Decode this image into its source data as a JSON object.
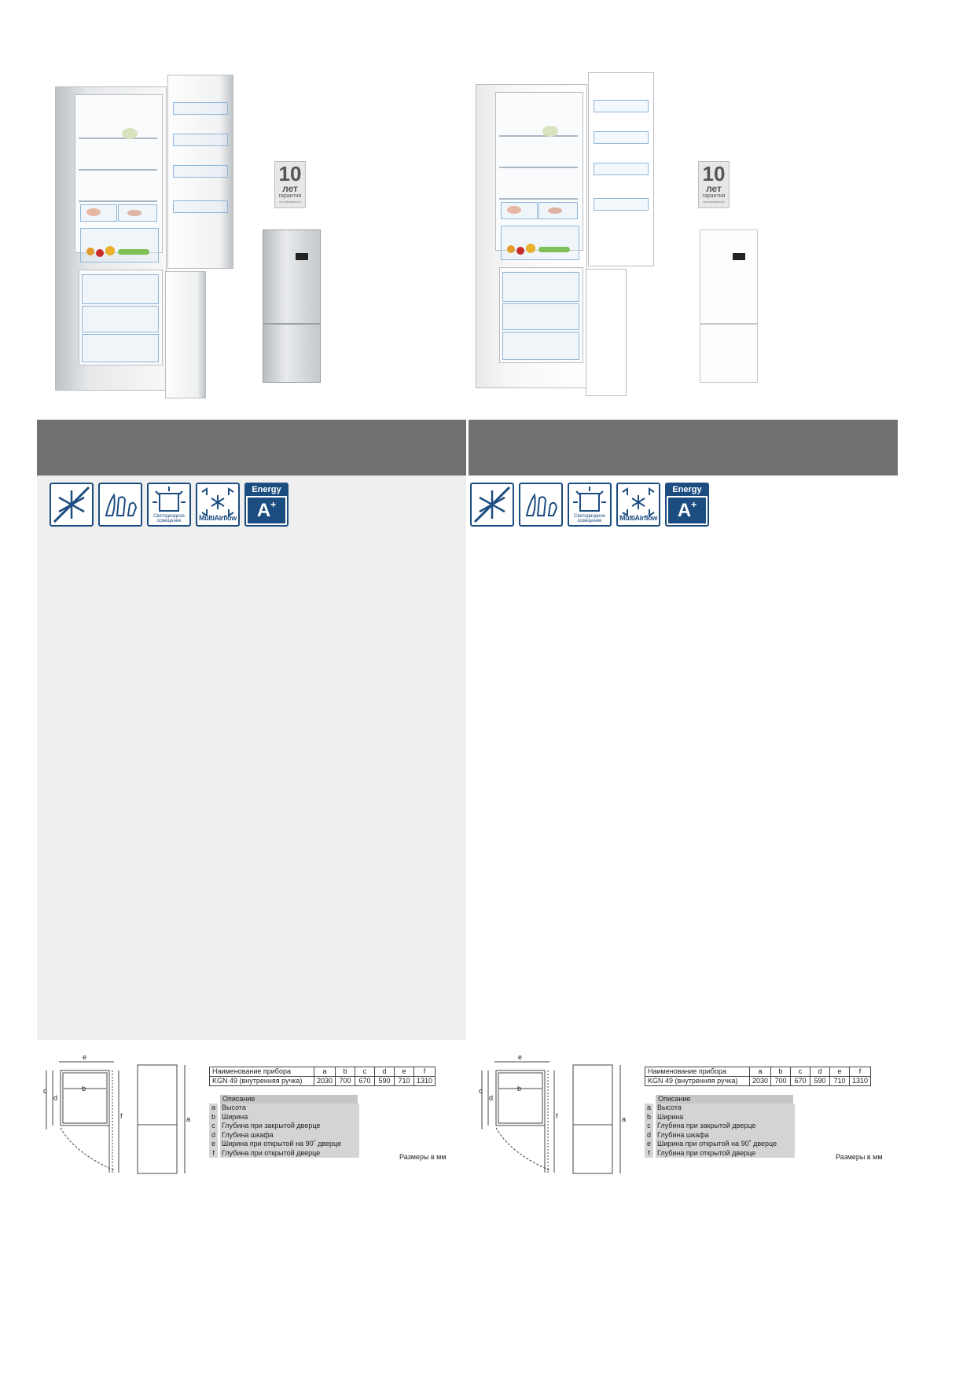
{
  "products": [
    {
      "variant": "inox",
      "warranty": {
        "number": "10",
        "word": "лет",
        "sub": "гарантия",
        "sub2": "на компрессор"
      },
      "icons": [
        {
          "name": "nofrost-icon"
        },
        {
          "name": "food-storage-icon"
        },
        {
          "name": "led-light-icon",
          "label": "Светодиодное освещение"
        },
        {
          "name": "multiairflow-icon",
          "label": "MultiAirflow"
        },
        {
          "name": "energy-class-icon",
          "label": "Energy",
          "class": "A",
          "plus": "+"
        }
      ]
    },
    {
      "variant": "white",
      "warranty": {
        "number": "10",
        "word": "лет",
        "sub": "гарантия",
        "sub2": "на компрессор"
      },
      "icons": [
        {
          "name": "nofrost-icon"
        },
        {
          "name": "food-storage-icon"
        },
        {
          "name": "led-light-icon",
          "label": "Светодиодное освещение"
        },
        {
          "name": "multiairflow-icon",
          "label": "MultiAirflow"
        },
        {
          "name": "energy-class-icon",
          "label": "Energy",
          "class": "A",
          "plus": "+"
        }
      ]
    }
  ],
  "dimensions": {
    "headers": [
      "Наименование прибора",
      "a",
      "b",
      "c",
      "d",
      "e",
      "f"
    ],
    "row": [
      "KGN 49 (внутренняя ручка)",
      "2030",
      "700",
      "670",
      "590",
      "710",
      "1310"
    ],
    "description_title": "Описание",
    "description": [
      {
        "key": "a",
        "text": "Высота"
      },
      {
        "key": "b",
        "text": "Ширина"
      },
      {
        "key": "c",
        "text": "Глубина при закрытой дверце"
      },
      {
        "key": "d",
        "text": "Глубина шкафа"
      },
      {
        "key": "e",
        "text": "Ширина при открытой на 90˚ дверце"
      },
      {
        "key": "f",
        "text": "Глубина при открытой дверце"
      }
    ],
    "units_note": "Размеры в мм",
    "drawing_labels": {
      "a": "a",
      "b": "b",
      "c": "c",
      "d": "d",
      "e": "e",
      "f": "f"
    }
  },
  "colors": {
    "header_bar": "#717171",
    "panel": "#efefef",
    "icon_blue": "#1c4d80",
    "inox": "#c7cacd",
    "white": "#ffffff"
  }
}
